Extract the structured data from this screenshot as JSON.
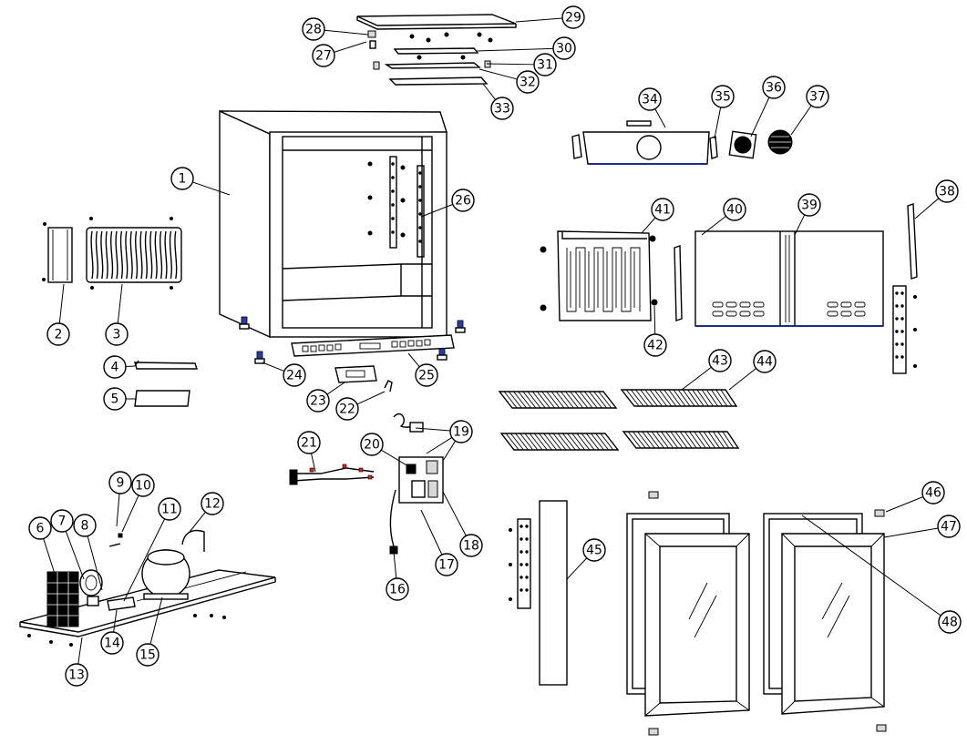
{
  "callouts": [
    {
      "label": "1"
    },
    {
      "label": "2"
    },
    {
      "label": "3"
    },
    {
      "label": "4"
    },
    {
      "label": "5"
    },
    {
      "label": "6"
    },
    {
      "label": "7"
    },
    {
      "label": "8"
    },
    {
      "label": "9"
    },
    {
      "label": "10"
    },
    {
      "label": "11"
    },
    {
      "label": "12"
    },
    {
      "label": "13"
    },
    {
      "label": "14"
    },
    {
      "label": "15"
    },
    {
      "label": "16"
    },
    {
      "label": "17"
    },
    {
      "label": "18"
    },
    {
      "label": "19"
    },
    {
      "label": "20"
    },
    {
      "label": "21"
    },
    {
      "label": "22"
    },
    {
      "label": "23"
    },
    {
      "label": "24"
    },
    {
      "label": "25"
    },
    {
      "label": "26"
    },
    {
      "label": "27"
    },
    {
      "label": "28"
    },
    {
      "label": "29"
    },
    {
      "label": "30"
    },
    {
      "label": "31"
    },
    {
      "label": "32"
    },
    {
      "label": "33"
    },
    {
      "label": "34"
    },
    {
      "label": "35"
    },
    {
      "label": "36"
    },
    {
      "label": "37"
    },
    {
      "label": "38"
    },
    {
      "label": "39"
    },
    {
      "label": "40"
    },
    {
      "label": "41"
    },
    {
      "label": "42"
    },
    {
      "label": "43"
    },
    {
      "label": "44"
    },
    {
      "label": "45"
    },
    {
      "label": "46"
    },
    {
      "label": "47"
    },
    {
      "label": "48"
    }
  ],
  "colors": {
    "line": "#000000",
    "accent_blue": "#1e2a8c",
    "wire_red": "#dd2222"
  }
}
